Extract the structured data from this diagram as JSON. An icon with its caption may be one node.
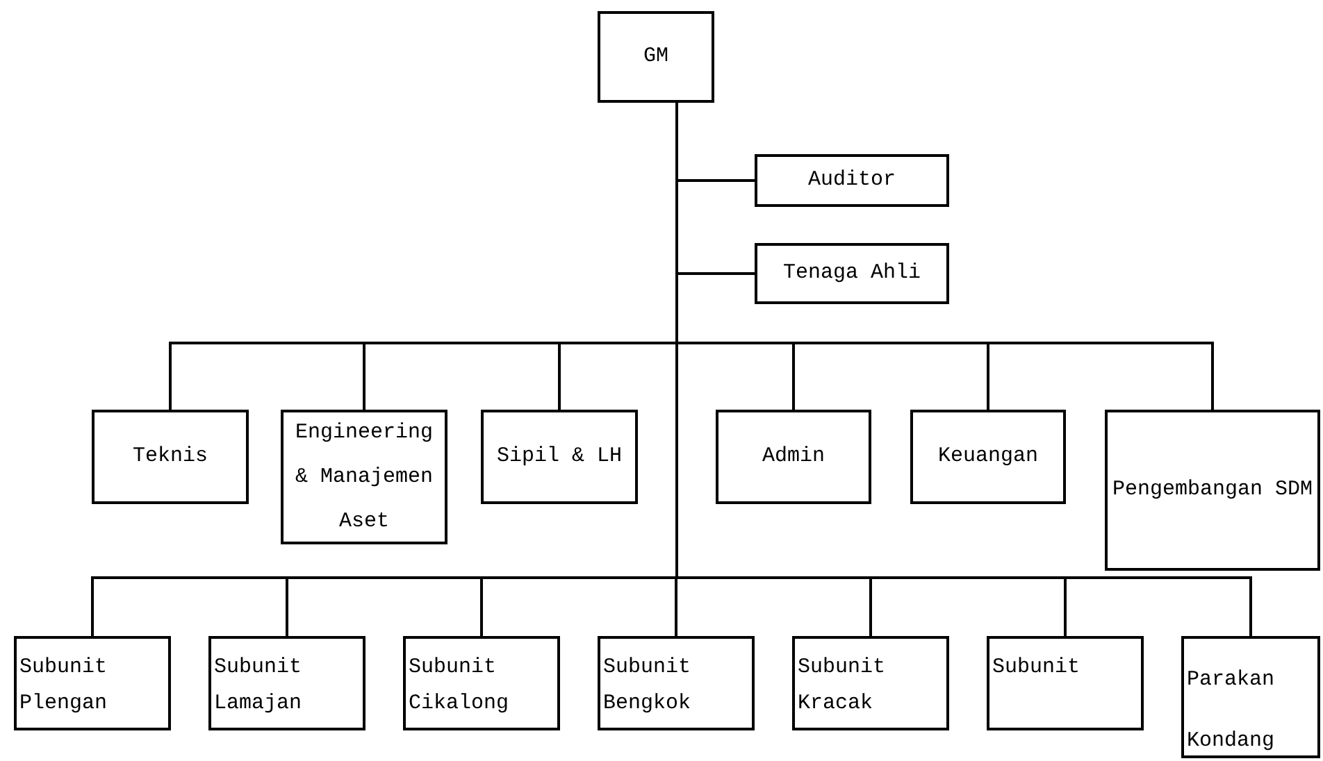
{
  "diagram": {
    "nodes": [
      {
        "text": [
          "GM"
        ]
      },
      {
        "text": [
          "Auditor"
        ]
      },
      {
        "text": [
          "Tenaga Ahli"
        ]
      },
      {
        "text": [
          "Teknis"
        ]
      },
      {
        "text": [
          "Engineering & Manajemen Aset"
        ]
      },
      {
        "text": [
          "Sipil & LH"
        ]
      },
      {
        "text": [
          "Admin"
        ]
      },
      {
        "text": [
          "Keuangan"
        ]
      },
      {
        "text": [
          "Pengembangan SDM"
        ]
      },
      {
        "text": [
          "Subunit Plengan"
        ]
      },
      {
        "text": [
          "Subunit Lamajan"
        ]
      },
      {
        "text": [
          "Subunit Cikalong"
        ]
      },
      {
        "text": [
          "Subunit Bengkok"
        ]
      },
      {
        "text": [
          "Subunit Kracak"
        ]
      },
      {
        "text": [
          "Subunit"
        ]
      },
      {
        "text": [
          "Parakan Kondang"
        ]
      }
    ],
    "edges": [
      {
        "from": 0,
        "to": 1,
        "arrow": "none"
      },
      {
        "from": 0,
        "to": 2,
        "arrow": "none"
      },
      {
        "from": 0,
        "to": 3,
        "arrow": "none"
      },
      {
        "from": 0,
        "to": 4,
        "arrow": "none"
      },
      {
        "from": 0,
        "to": 5,
        "arrow": "none"
      },
      {
        "from": 0,
        "to": 6,
        "arrow": "none"
      },
      {
        "from": 0,
        "to": 7,
        "arrow": "none"
      },
      {
        "from": 0,
        "to": 8,
        "arrow": "none"
      },
      {
        "from": 0,
        "to": 9,
        "arrow": "none"
      },
      {
        "from": 0,
        "to": 10,
        "arrow": "none"
      },
      {
        "from": 0,
        "to": 11,
        "arrow": "none"
      },
      {
        "from": 0,
        "to": 12,
        "arrow": "none"
      },
      {
        "from": 0,
        "to": 13,
        "arrow": "none"
      },
      {
        "from": 0,
        "to": 14,
        "arrow": "none"
      },
      {
        "from": 0,
        "to": 15,
        "arrow": "none"
      }
    ]
  }
}
